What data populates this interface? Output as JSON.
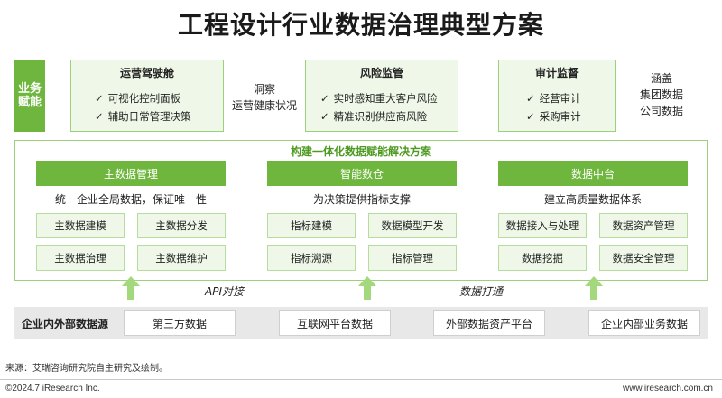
{
  "title": "工程设计行业数据治理典型方案",
  "side_label": "业务赋能",
  "top_boxes": [
    {
      "header": "运营驾驶舱",
      "items": [
        "可视化控制面板",
        "辅助日常管理决策"
      ]
    },
    {
      "header": "风险监管",
      "items": [
        "实时感知重大客户风险",
        "精准识别供应商风险"
      ]
    },
    {
      "header": "审计监督",
      "items": [
        "经营审计",
        "采购审计"
      ]
    }
  ],
  "notes": {
    "note1_line1": "洞察",
    "note1_line2": "运营健康状况",
    "note2_line1": "涵盖",
    "note2_line2": "集团数据",
    "note2_line3": "公司数据"
  },
  "solution_title": "构建一体化数据赋能解决方案",
  "columns": [
    {
      "header": "主数据管理",
      "desc": "统一企业全局数据，保证唯一性",
      "cells": [
        "主数据建模",
        "主数据分发",
        "主数据治理",
        "主数据维护"
      ]
    },
    {
      "header": "智能数仓",
      "desc": "为决策提供指标支撑",
      "cells": [
        "指标建模",
        "数据模型开发",
        "指标溯源",
        "指标管理"
      ]
    },
    {
      "header": "数据中台",
      "desc": "建立高质量数据体系",
      "cells": [
        "数据接入与处理",
        "数据资产管理",
        "数据挖掘",
        "数据安全管理"
      ]
    }
  ],
  "connectors": {
    "api": "API对接",
    "data": "数据打通"
  },
  "sources": {
    "label": "企业内外部数据源",
    "items": [
      "第三方数据",
      "互联网平台数据",
      "外部数据资产平台",
      "企业内部业务数据"
    ]
  },
  "footnote": "来源：艾瑞咨询研究院自主研究及绘制。",
  "copyright": "©2024.7 iResearch Inc.",
  "website": "www.iresearch.com.cn",
  "colors": {
    "accent": "#6fb63e",
    "light": "#eff8e8",
    "border": "#9cd07a"
  }
}
